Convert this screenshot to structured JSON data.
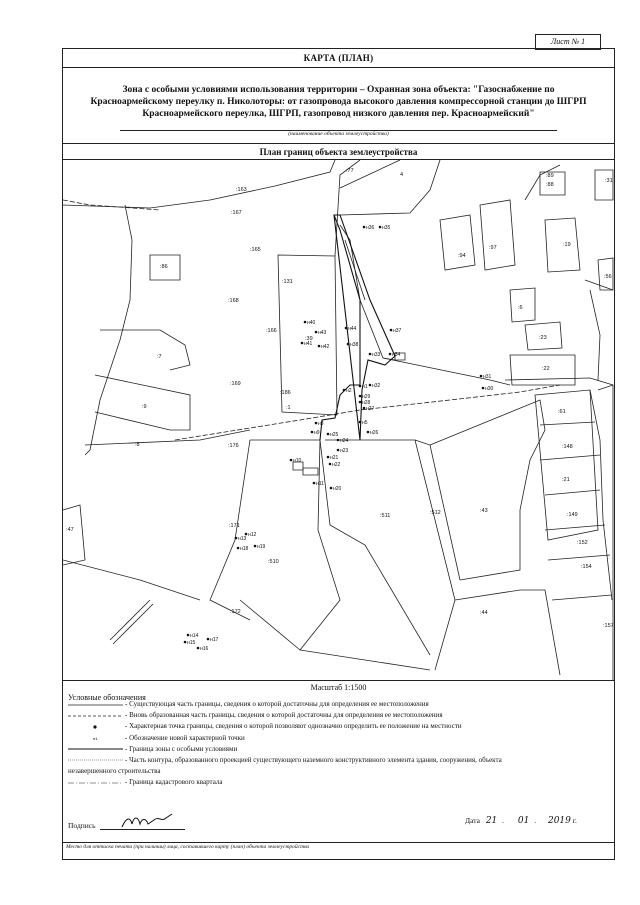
{
  "sheet": "Лист № 1",
  "title": "КАРТА (ПЛАН)",
  "zone_title_lines": [
    "Зона с особыми условиями использования территории – Охранная зона объекта: \"Газоснабжение по",
    "Красноармейскому переулку п. Николоторы: от газопровода высокого давления компрессорной станции до ШГРП",
    "Красноармейского переулка, ШГРП, газопровод низкого давления пер. Красноармейский\""
  ],
  "zone_caption": "(наименование объекта землеустройства)",
  "plan_title": "План границ объекта землеустройства",
  "scale": "Масштаб 1:1500",
  "map": {
    "parcel_labels": [
      {
        "id": "p77",
        "text": ":77"
      },
      {
        "id": "p4",
        "text": "4"
      },
      {
        "id": "p163",
        "text": ":163"
      },
      {
        "id": "p167",
        "text": ":167"
      },
      {
        "id": "p165",
        "text": ":165"
      },
      {
        "id": "p86",
        "text": ":86"
      },
      {
        "id": "p168",
        "text": ":168"
      },
      {
        "id": "p166",
        "text": ":166"
      },
      {
        "id": "p7",
        "text": ":7"
      },
      {
        "id": "p169",
        "text": ":169"
      },
      {
        "id": "p9",
        "text": ":9"
      },
      {
        "id": "p186",
        "text": ":186"
      },
      {
        "id": "p8",
        "text": ":8"
      },
      {
        "id": "p176",
        "text": ":176"
      },
      {
        "id": "p47",
        "text": ":47"
      },
      {
        "id": "p171",
        "text": ":171"
      },
      {
        "id": "p510",
        "text": ":510"
      },
      {
        "id": "p172",
        "text": ":172"
      },
      {
        "id": "p511",
        "text": ":511"
      },
      {
        "id": "p512",
        "text": ":512"
      },
      {
        "id": "p43",
        "text": ":43"
      },
      {
        "id": "p44",
        "text": ":44"
      },
      {
        "id": "p94",
        "text": ":94"
      },
      {
        "id": "p97",
        "text": ":97"
      },
      {
        "id": "p19",
        "text": ":19"
      },
      {
        "id": "p56",
        "text": ":56"
      },
      {
        "id": "p6",
        "text": ":6"
      },
      {
        "id": "p23",
        "text": ":23"
      },
      {
        "id": "p22",
        "text": ":22"
      },
      {
        "id": "p61",
        "text": ":61"
      },
      {
        "id": "p148",
        "text": ":148"
      },
      {
        "id": "p21",
        "text": ":21"
      },
      {
        "id": "p149",
        "text": ":149"
      },
      {
        "id": "p152",
        "text": ":152"
      },
      {
        "id": "p154",
        "text": ":154"
      },
      {
        "id": "p157",
        "text": ":157"
      },
      {
        "id": "p88",
        "text": ":88"
      },
      {
        "id": "p89",
        "text": ":89"
      },
      {
        "id": "p31",
        "text": ":31"
      },
      {
        "id": "p131",
        "text": ":131"
      },
      {
        "id": "p39",
        "text": ":39"
      },
      {
        "id": "p1",
        "text": ":1"
      }
    ],
    "points": [
      {
        "id": "n36",
        "text": "н36"
      },
      {
        "id": "n35",
        "text": "н35"
      },
      {
        "id": "n40",
        "text": "н40"
      },
      {
        "id": "n41",
        "text": "н41"
      },
      {
        "id": "n42",
        "text": "н42"
      },
      {
        "id": "n43",
        "text": "н43"
      },
      {
        "id": "n38",
        "text": "н38"
      },
      {
        "id": "n44",
        "text": "н44"
      },
      {
        "id": "n37",
        "text": "н37"
      },
      {
        "id": "n33",
        "text": "н33"
      },
      {
        "id": "n34",
        "text": "н34"
      },
      {
        "id": "n31",
        "text": "н31"
      },
      {
        "id": "n30",
        "text": "н30"
      },
      {
        "id": "n1",
        "text": "н1"
      },
      {
        "id": "n32",
        "text": "н32"
      },
      {
        "id": "n2",
        "text": "н2"
      },
      {
        "id": "n29",
        "text": "н29"
      },
      {
        "id": "n28",
        "text": "н28"
      },
      {
        "id": "n27",
        "text": "н27"
      },
      {
        "id": "n5",
        "text": "н5"
      },
      {
        "id": "n26",
        "text": "н26"
      },
      {
        "id": "n8",
        "text": "н8"
      },
      {
        "id": "n9",
        "text": "н9"
      },
      {
        "id": "n24",
        "text": "н24"
      },
      {
        "id": "n25",
        "text": "н25"
      },
      {
        "id": "n23",
        "text": "н23"
      },
      {
        "id": "n21",
        "text": "н21"
      },
      {
        "id": "n22",
        "text": "н22"
      },
      {
        "id": "n10",
        "text": "н10"
      },
      {
        "id": "n11",
        "text": "н11"
      },
      {
        "id": "n20",
        "text": "н20"
      },
      {
        "id": "n12",
        "text": "н12"
      },
      {
        "id": "n13",
        "text": "н13"
      },
      {
        "id": "n18",
        "text": "н18"
      },
      {
        "id": "n19",
        "text": "н19"
      },
      {
        "id": "n14",
        "text": "н14"
      },
      {
        "id": "n15",
        "text": "н15"
      },
      {
        "id": "n16",
        "text": "н16"
      },
      {
        "id": "n17",
        "text": "н17"
      }
    ]
  },
  "legend": {
    "heading": "Условные обозначения",
    "items": [
      "- Существующая часть границы, сведения о которой достаточны для определения ее местоположения",
      "- Вновь образованная часть границы, сведения о которой достаточны для определения ее местоположения",
      "- Характерная точка границы, сведения о которой позволяют однозначно определить ее положение на местности",
      "- Обозначение новой характерной точки",
      "- Граница зоны с особыми условиями",
      "- Часть контура, образованного проекцией существующего наземного конструктивного элемента здания, сооружения, объекта",
      "- Граница кадастрового квартала"
    ],
    "continuation": "незавершенного строительства",
    "new_point_symbol": "н1"
  },
  "signature": {
    "label": "Подпись",
    "mark": "подпись"
  },
  "date": {
    "label": "Дата",
    "day": "21",
    "month": "01",
    "year": "2019",
    "suffix": "г."
  },
  "footnote": "Место для оттиска печати (при наличии) лица, составившего карту (план) объекта землеустройства",
  "colors": {
    "ink": "#111111",
    "paper": "#ffffff"
  }
}
